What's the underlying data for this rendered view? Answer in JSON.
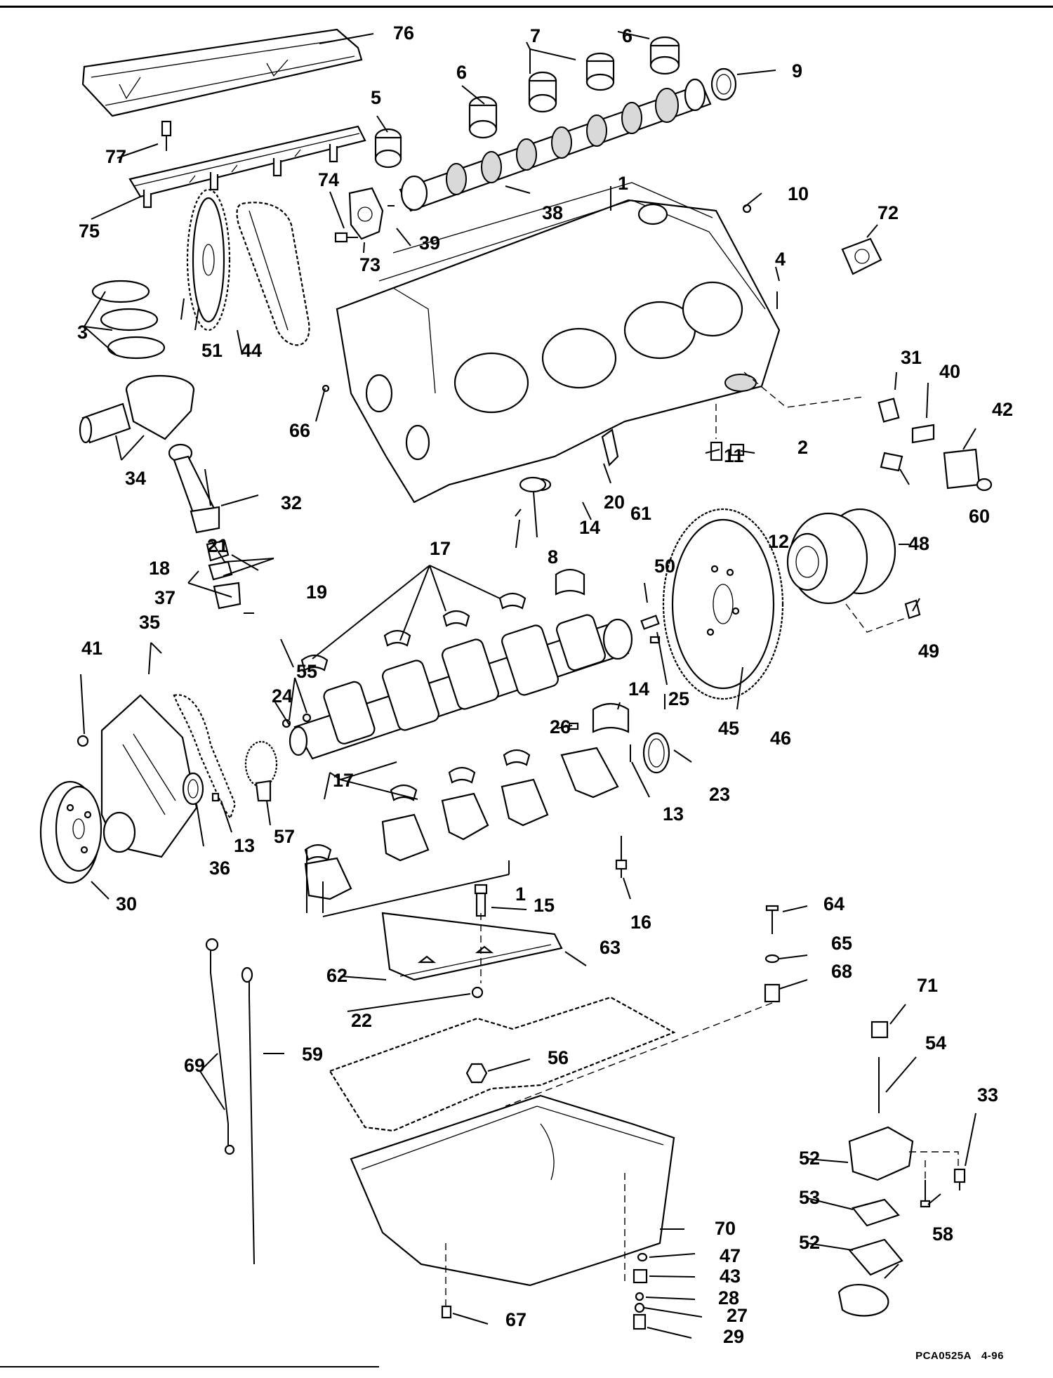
{
  "diagram": {
    "code": "PCA0525A",
    "date": "4-96",
    "callouts": [
      "76",
      "6",
      "7",
      "6",
      "9",
      "5",
      "77",
      "75",
      "74",
      "38",
      "1",
      "10",
      "72",
      "73",
      "39",
      "4",
      "3",
      "51",
      "44",
      "31",
      "40",
      "42",
      "66",
      "11",
      "2",
      "34",
      "32",
      "20",
      "60",
      "21",
      "61",
      "8",
      "12",
      "14",
      "48",
      "17",
      "50",
      "18",
      "19",
      "37",
      "35",
      "49",
      "41",
      "55",
      "25",
      "24",
      "14",
      "26",
      "45",
      "46",
      "23",
      "17",
      "13",
      "13",
      "57",
      "36",
      "30",
      "1",
      "15",
      "16",
      "64",
      "65",
      "63",
      "62",
      "68",
      "71",
      "22",
      "69",
      "59",
      "56",
      "54",
      "33",
      "52",
      "53",
      "58",
      "52",
      "70",
      "47",
      "43",
      "28",
      "67",
      "27",
      "29"
    ]
  }
}
